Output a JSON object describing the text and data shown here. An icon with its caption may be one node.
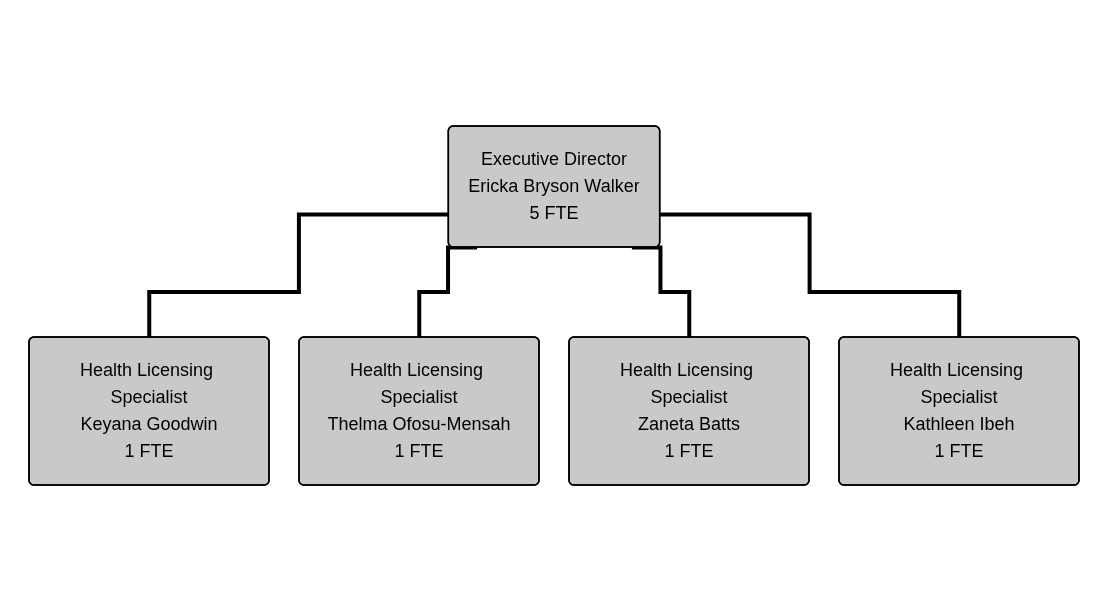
{
  "diagram": {
    "nodes": [
      {
        "text": [
          "Executive Director",
          "Ericka Bryson Walker",
          "5 FTE"
        ]
      },
      {
        "text": [
          "Health Licensing Specialist",
          "Keyana Goodwin",
          "1 FTE"
        ]
      },
      {
        "text": [
          "Health Licensing Specialist",
          "Thelma Ofosu-Mensah",
          "1 FTE"
        ]
      },
      {
        "text": [
          "Health Licensing Specialist",
          "Zaneta Batts",
          "1 FTE"
        ]
      },
      {
        "text": [
          "Health Licensing Specialist",
          "Kathleen Ibeh",
          "1 FTE"
        ]
      }
    ],
    "edges": [
      {
        "from": 0,
        "to": 1,
        "arrow": "none"
      },
      {
        "from": 0,
        "to": 2,
        "arrow": "none"
      },
      {
        "from": 0,
        "to": 3,
        "arrow": "none"
      },
      {
        "from": 0,
        "to": 4,
        "arrow": "none"
      }
    ]
  }
}
